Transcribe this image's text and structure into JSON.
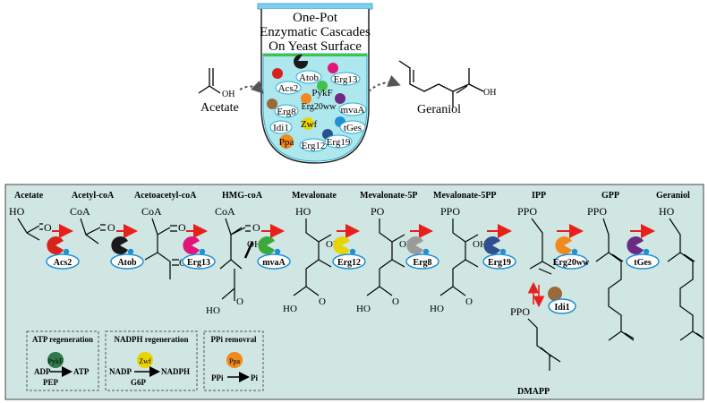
{
  "top": {
    "title_lines": [
      "One-Pot",
      "Enzymatic Cascades",
      "On Yeast Surface"
    ],
    "left_compound": "Acetate",
    "right_compound": "Geraniol",
    "oh_label": "OH",
    "beaker_enzymes": [
      "Atob",
      "Acs2",
      "Erg13",
      "PykF",
      "Erg20ww",
      "Erg8",
      "mvaA",
      "Zwf",
      "Idi1",
      "tGes",
      "Ppa",
      "Erg12",
      "Erg19"
    ]
  },
  "colors": {
    "panel": "#cfe6e2",
    "red_arrow": "#e8201c",
    "blue_dot": "#1f8fd6",
    "enzyme_black": "#1a1a1a",
    "enzyme_magenta": "#e2157a",
    "enzyme_green": "#3aa83a",
    "enzyme_yellow": "#e8d400",
    "enzyme_grey": "#9a9a9a",
    "enzyme_navy": "#2e4f8e",
    "enzyme_orange": "#f08a1c",
    "enzyme_purple": "#6b2a83",
    "enzyme_red": "#d9221c",
    "enzyme_brown": "#9a6a3a",
    "enzyme_darkgreen": "#2f7a4a",
    "enzyme_lime": "#7fc23a"
  },
  "pathway": {
    "compounds": [
      "Acetate",
      "Acetyl-coA",
      "Acetoacetyl-coA",
      "HMG-coA",
      "Mevalonate",
      "Mevalonate-5P",
      "Mevalonate-5PP",
      "IPP",
      "GPP",
      "Geraniol"
    ],
    "enzymes": [
      "Acs2",
      "Atob",
      "Erg13",
      "mvaA",
      "Erg12",
      "Erg8",
      "Erg19",
      "Erg20ww",
      "tGes"
    ],
    "isomerase": "Idi1",
    "dmapp": "DMAPP",
    "atoms": {
      "ho": "HO",
      "coa": "CoA",
      "oh": "OH",
      "o": "O",
      "po": "PO",
      "ppo": "PPO"
    }
  },
  "regeneration": {
    "atp": {
      "title": "ATP regeneration",
      "enzyme": "PykF",
      "in": "ADP",
      "out": "ATP",
      "sub": "PEP"
    },
    "nadph": {
      "title": "NADPH regeneration",
      "enzyme": "Zwf",
      "in": "NADP",
      "out": "NADPH",
      "sub": "G6P"
    },
    "ppi": {
      "title": "PPi removral",
      "enzyme": "Ppa",
      "in": "PPi",
      "out": "Pi"
    }
  }
}
